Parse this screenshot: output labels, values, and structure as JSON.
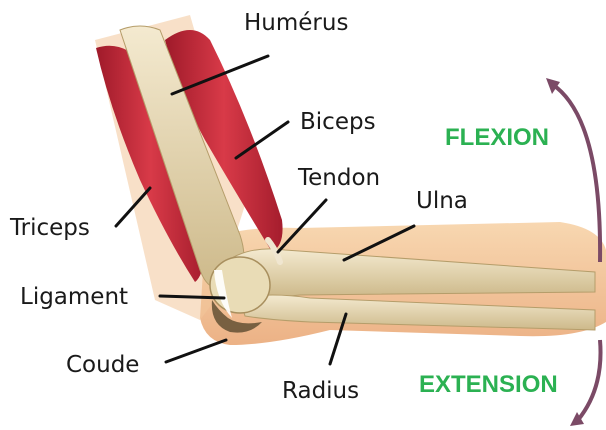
{
  "labels": {
    "humerus": "Humérus",
    "biceps": "Biceps",
    "tendon": "Tendon",
    "ulna": "Ulna",
    "triceps": "Triceps",
    "ligament": "Ligament",
    "coude": "Coude",
    "radius": "Radius"
  },
  "motion": {
    "flexion": "FLEXION",
    "extension": "EXTENSION"
  },
  "colors": {
    "motion_text": "#2bb152",
    "arrow": "#7b4a66",
    "muscle": "#c8283a",
    "bone": "#e6d6ae",
    "skin": "#f3c79a",
    "leader_line": "#111111"
  }
}
